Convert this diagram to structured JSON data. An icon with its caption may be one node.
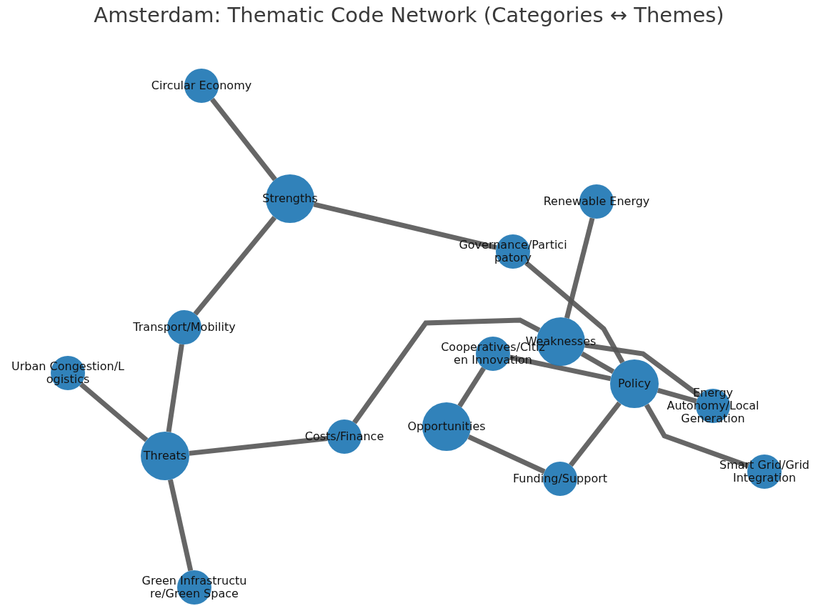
{
  "diagram": {
    "title": "Amsterdam: Thematic Code Network (Categories ↔ Themes)",
    "nodes": [
      {
        "text": [
          "Circular Economy"
        ]
      },
      {
        "text": [
          "Strengths"
        ]
      },
      {
        "text": [
          "Renewable Energy"
        ]
      },
      {
        "text": [
          "Governance/Partici patory"
        ]
      },
      {
        "text": [
          "Transport/Mobility"
        ]
      },
      {
        "text": [
          "Weaknesses"
        ]
      },
      {
        "text": [
          "Cooperatives/Citiz en Innovation"
        ]
      },
      {
        "text": [
          "Urban Congestion/L ogistics"
        ]
      },
      {
        "text": [
          "Policy"
        ]
      },
      {
        "text": [
          "Energy Autonomy/Local Generation"
        ]
      },
      {
        "text": [
          "Opportunities"
        ]
      },
      {
        "text": [
          "Costs/Finance"
        ]
      },
      {
        "text": [
          "Threats"
        ]
      },
      {
        "text": [
          "Funding/Support"
        ]
      },
      {
        "text": [
          "Smart Grid/Grid Integration"
        ]
      },
      {
        "text": [
          "Green Infrastructu re/Green Space"
        ]
      }
    ],
    "edges": [
      {
        "from": 0,
        "to": 1,
        "arrow": "none"
      },
      {
        "from": 1,
        "to": 3,
        "arrow": "none"
      },
      {
        "from": 1,
        "to": 4,
        "arrow": "none"
      },
      {
        "from": 4,
        "to": 12,
        "arrow": "none"
      },
      {
        "from": 7,
        "to": 12,
        "arrow": "none"
      },
      {
        "from": 12,
        "to": 15,
        "arrow": "none"
      },
      {
        "from": 12,
        "to": 11,
        "arrow": "none"
      },
      {
        "from": 11,
        "to": 5,
        "arrow": "none"
      },
      {
        "from": 2,
        "to": 5,
        "arrow": "none"
      },
      {
        "from": 3,
        "to": 8,
        "arrow": "none"
      },
      {
        "from": 5,
        "to": 8,
        "arrow": "none"
      },
      {
        "from": 5,
        "to": 9,
        "arrow": "none"
      },
      {
        "from": 6,
        "to": 8,
        "arrow": "none"
      },
      {
        "from": 6,
        "to": 10,
        "arrow": "none"
      },
      {
        "from": 10,
        "to": 13,
        "arrow": "none"
      },
      {
        "from": 13,
        "to": 8,
        "arrow": "none"
      },
      {
        "from": 8,
        "to": 9,
        "arrow": "none"
      },
      {
        "from": 8,
        "to": 14,
        "arrow": "none"
      }
    ]
  }
}
